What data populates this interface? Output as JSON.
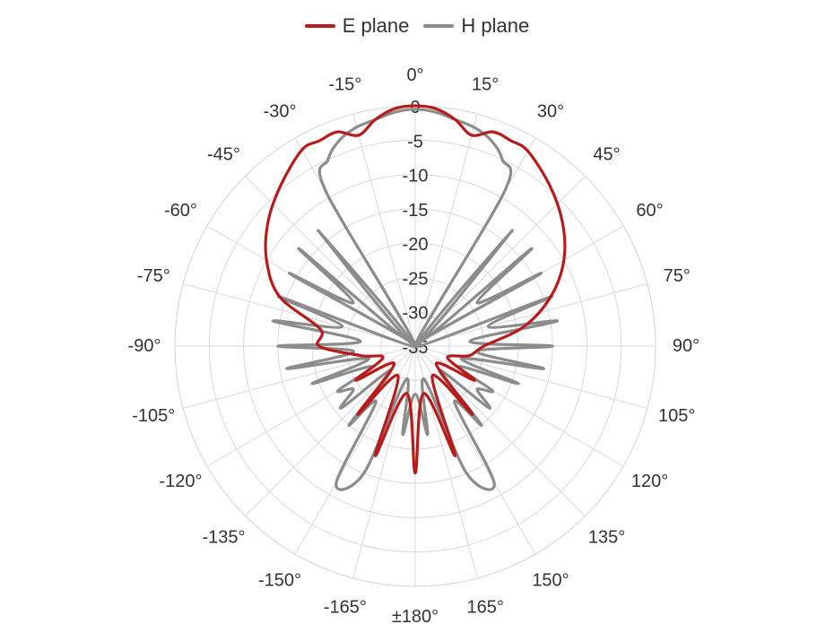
{
  "chart_data": {
    "type": "polar-line",
    "title": "",
    "angle_direction": "clockwise",
    "zero_position": "top",
    "angular_ticks": [
      "0°",
      "15°",
      "30°",
      "45°",
      "60°",
      "75°",
      "90°",
      "105°",
      "120°",
      "135°",
      "150°",
      "165°",
      "±180°",
      "-165°",
      "-150°",
      "-135°",
      "-120°",
      "-105°",
      "-90°",
      "-75°",
      "-60°",
      "-45°",
      "-30°",
      "-15°"
    ],
    "radial_ticks": [
      0,
      -5,
      -10,
      -15,
      -20,
      -25,
      -30,
      -35
    ],
    "radial_range": [
      -35,
      0
    ],
    "grid": true,
    "legend_position": "top-center",
    "series": [
      {
        "name": "E plane",
        "color": "#B71C1C",
        "theta": [
          -180,
          -170,
          -160,
          -150,
          -140,
          -130,
          -120,
          -110,
          -100,
          -90,
          -80,
          -70,
          -60,
          -50,
          -40,
          -30,
          -25,
          -20,
          -15,
          -10,
          -5,
          0,
          5,
          10,
          15,
          20,
          25,
          30,
          40,
          50,
          60,
          70,
          80,
          90,
          100,
          110,
          120,
          130,
          140,
          150,
          160,
          170,
          180
        ],
        "r": [
          -16.5,
          -28,
          -18,
          -30,
          -22,
          -31,
          -25,
          -30,
          -27,
          -21,
          -21,
          -14,
          -10,
          -7,
          -4.5,
          -2,
          -2,
          -1.8,
          -3.2,
          -1.5,
          -0.3,
          0,
          -0.3,
          -1.5,
          -3.2,
          -1.8,
          -2,
          -2.2,
          -4.5,
          -7,
          -10,
          -14,
          -19,
          -25,
          -27,
          -30,
          -25,
          -31,
          -22,
          -30,
          -18,
          -28,
          -16.5
        ]
      },
      {
        "name": "H plane",
        "color": "#8C8C8C",
        "theta": [
          -180,
          -172,
          -165,
          -158,
          -150,
          -145,
          -140,
          -135,
          -130,
          -125,
          -120,
          -115,
          -110,
          -105,
          -100,
          -95,
          -90,
          -85,
          -80,
          -75,
          -70,
          -65,
          -60,
          -55,
          -50,
          -45,
          -40,
          -35,
          -30,
          -25,
          -20,
          -15,
          -10,
          -5,
          0,
          5,
          10,
          15,
          20,
          25,
          30,
          35,
          40,
          45,
          50,
          55,
          60,
          65,
          70,
          75,
          80,
          85,
          90,
          95,
          100,
          105,
          110,
          115,
          120,
          125,
          130,
          135,
          140,
          145,
          150,
          158,
          165,
          172,
          180
        ],
        "r": [
          -28,
          -22,
          -30,
          -15,
          -12,
          -25,
          -20,
          -30,
          -21,
          -24,
          -22,
          -28,
          -19,
          -28,
          -16,
          -26,
          -15,
          -27,
          -14,
          -24,
          -14,
          -35,
          -14,
          -24,
          -13,
          -34,
          -13,
          -35,
          -9,
          -5,
          -3,
          -2,
          -1.5,
          -0.8,
          -0.5,
          -0.8,
          -1.5,
          -2,
          -3,
          -5,
          -9,
          -35,
          -13,
          -34,
          -13,
          -24,
          -14,
          -35,
          -14,
          -24,
          -14,
          -27,
          -15,
          -26,
          -16,
          -28,
          -19,
          -28,
          -22,
          -24,
          -21,
          -30,
          -20,
          -25,
          -12,
          -15,
          -30,
          -22,
          -28
        ]
      }
    ]
  }
}
